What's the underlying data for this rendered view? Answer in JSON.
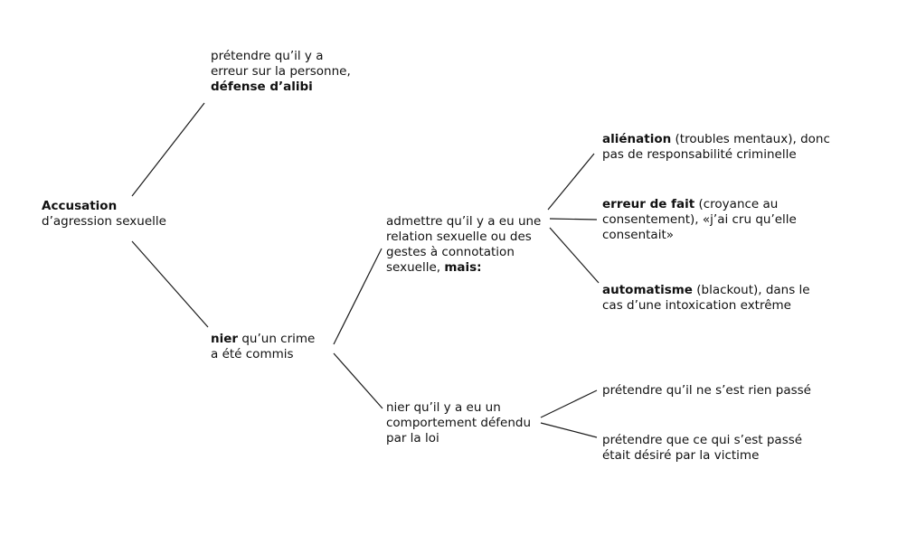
{
  "colors": {
    "background": "#ffffff",
    "text": "#111111",
    "connector": "#1a1a1a"
  },
  "nodes": {
    "root": {
      "lines": [
        [
          {
            "t": "Accusation",
            "b": true
          }
        ],
        [
          {
            "t": "d’agression sexuelle"
          }
        ]
      ]
    },
    "alibi": {
      "lines": [
        [
          {
            "t": "prétendre qu’il y a"
          }
        ],
        [
          {
            "t": "erreur sur la personne,"
          }
        ],
        [
          {
            "t": "défense d’alibi",
            "b": true
          }
        ]
      ]
    },
    "nier": {
      "lines": [
        [
          {
            "t": "nier",
            "b": true
          },
          {
            "t": " qu’un crime"
          }
        ],
        [
          {
            "t": "a été commis"
          }
        ]
      ]
    },
    "admettre": {
      "lines": [
        [
          {
            "t": "admettre qu’il y a eu une"
          }
        ],
        [
          {
            "t": "relation sexuelle ou des"
          }
        ],
        [
          {
            "t": "gestes à connotation"
          }
        ],
        [
          {
            "t": "sexuelle, "
          },
          {
            "t": "mais:",
            "b": true
          }
        ]
      ]
    },
    "nier_comportement": {
      "lines": [
        [
          {
            "t": "nier qu’il y a eu un"
          }
        ],
        [
          {
            "t": "comportement défendu"
          }
        ],
        [
          {
            "t": "par la loi"
          }
        ]
      ]
    },
    "alienation": {
      "lines": [
        [
          {
            "t": "aliénation",
            "b": true
          },
          {
            "t": " (troubles mentaux), donc"
          }
        ],
        [
          {
            "t": "pas de responsabilité criminelle"
          }
        ]
      ]
    },
    "erreur_fait": {
      "lines": [
        [
          {
            "t": "erreur de fait",
            "b": true
          },
          {
            "t": " (croyance au"
          }
        ],
        [
          {
            "t": "consentement), «j’ai cru qu’elle"
          }
        ],
        [
          {
            "t": "consentait»"
          }
        ]
      ]
    },
    "automatisme": {
      "lines": [
        [
          {
            "t": "automatisme",
            "b": true
          },
          {
            "t": " (blackout), dans le"
          }
        ],
        [
          {
            "t": "cas d’une intoxication extrême"
          }
        ]
      ]
    },
    "rien_passe": {
      "lines": [
        [
          {
            "t": "prétendre qu’il ne s’est rien passé"
          }
        ]
      ]
    },
    "desire": {
      "lines": [
        [
          {
            "t": "prétendre que ce qui s’est passé"
          }
        ],
        [
          {
            "t": "était désiré par la victime"
          }
        ]
      ]
    }
  }
}
